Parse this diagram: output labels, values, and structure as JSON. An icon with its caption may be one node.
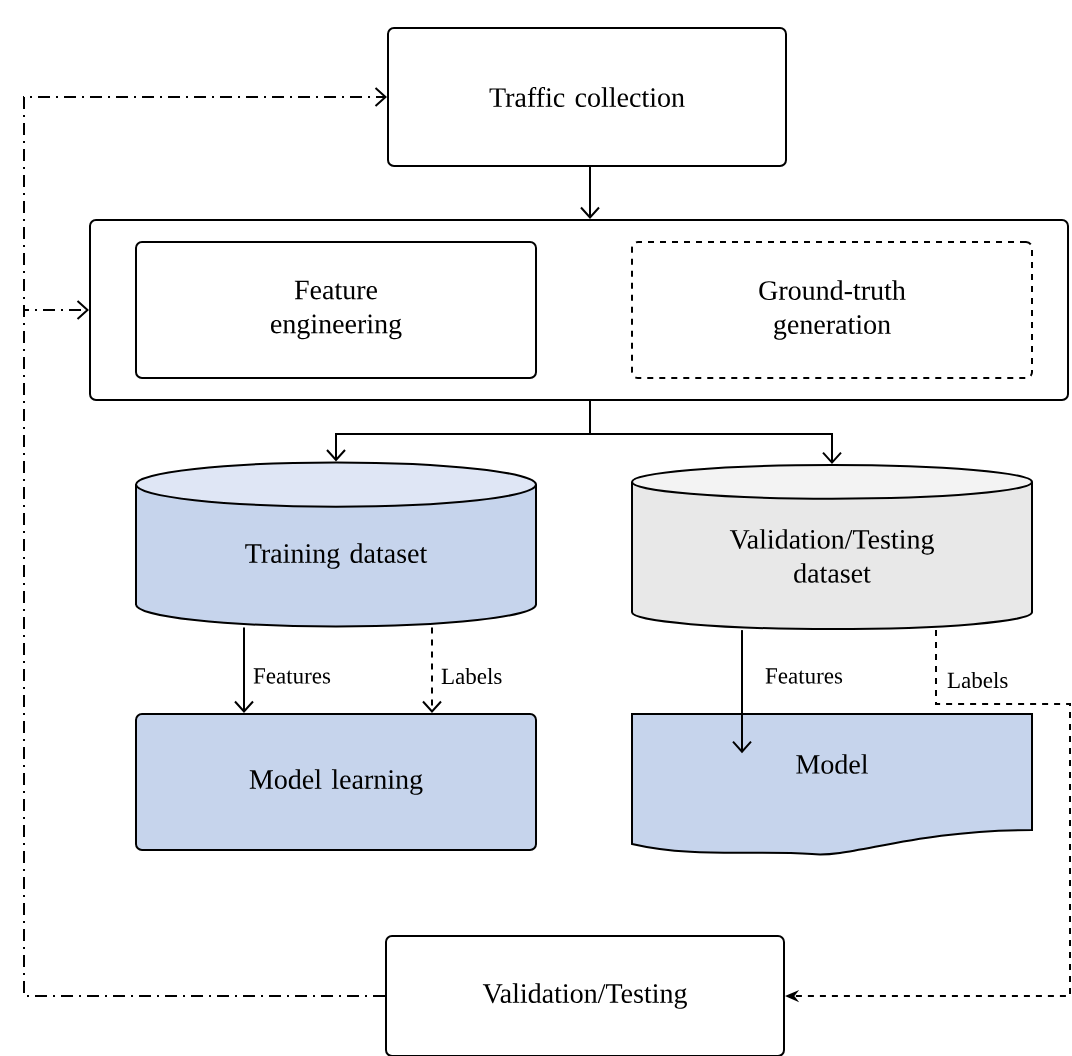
{
  "diagram": {
    "nodes": [
      {
        "text": [
          "Traffic collection"
        ]
      },
      {
        "text": [],
        "shape": "box"
      },
      {
        "text": [
          "Feature engineering"
        ],
        "in": 1
      },
      {
        "text": [
          "Ground-truth generation"
        ],
        "in": 1
      },
      {
        "text": [
          "Training dataset"
        ]
      },
      {
        "text": [
          "Validation/Testing dataset"
        ]
      },
      {
        "text": [
          "Model learning"
        ]
      },
      {
        "text": [
          "Model"
        ]
      },
      {
        "text": [
          "Validation/Testing"
        ]
      }
    ],
    "edges": [
      {
        "from": 0,
        "to": 1,
        "arrow": "to"
      },
      {
        "from": 1,
        "to": 4,
        "arrow": "to"
      },
      {
        "from": 1,
        "to": 5,
        "arrow": "to"
      },
      {
        "from": 4,
        "to": 6,
        "arrow": "to",
        "label": "Features"
      },
      {
        "from": 4,
        "to": 6,
        "arrow": "to",
        "label": "Labels",
        "style": "dashed"
      },
      {
        "from": 5,
        "to": 7,
        "arrow": "to",
        "label": "Features"
      },
      {
        "from": 5,
        "to": 8,
        "arrow": "to",
        "label": "Labels",
        "style": "dashed"
      },
      {
        "from": 8,
        "to": 0,
        "arrow": "to",
        "style": "dashed"
      },
      {
        "from": 8,
        "to": 1,
        "arrow": "to",
        "style": "dashed"
      }
    ]
  }
}
